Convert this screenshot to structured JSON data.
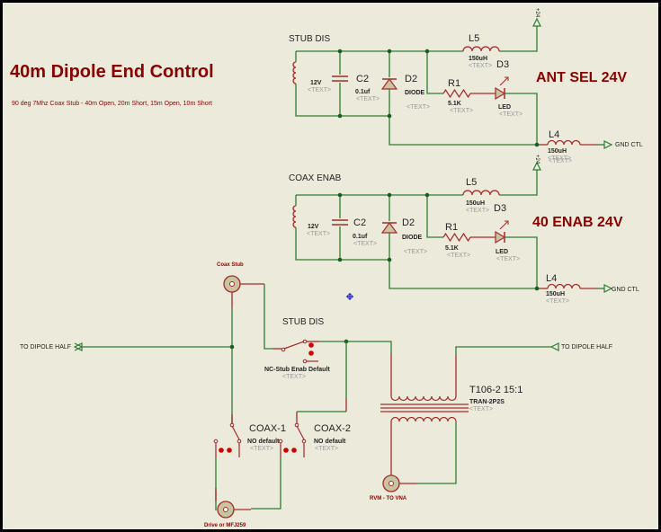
{
  "title": "40m Dipole End Control",
  "subtitle": "90 deg 7Mhz Coax Stub - 40m Open, 20m Short, 15m Open, 10m Short",
  "colors": {
    "background": "#ecebdb",
    "wire": "#2e7d32",
    "component": "#a52a2a",
    "title": "#8b0000",
    "junction": "#1b5e20",
    "component_fill": "#c8c4a0",
    "marker": "#2020c0"
  },
  "placeholder": "<TEXT>",
  "circuits": [
    {
      "name": "STUB DIS",
      "heading": "ANT SEL 24V",
      "relay_coil_value": "12V",
      "capacitor": {
        "ref": "C2",
        "value": "0.1uf"
      },
      "diode": {
        "ref": "D2",
        "value": "DIODE"
      },
      "resistor": {
        "ref": "R1",
        "value": "5.1K"
      },
      "led": {
        "ref": "D3",
        "value": "LED"
      },
      "inductor_top": {
        "ref": "L5",
        "value": "150uH"
      },
      "inductor_bottom": {
        "ref": "L4",
        "value": "150uH"
      },
      "power_label": "+24",
      "output_label": "GND CTL"
    },
    {
      "name": "COAX ENAB",
      "heading": "40 ENAB 24V",
      "relay_coil_value": "12V",
      "capacitor": {
        "ref": "C2",
        "value": "0.1uf"
      },
      "diode": {
        "ref": "D2",
        "value": "DIODE"
      },
      "resistor": {
        "ref": "R1",
        "value": "5.1K"
      },
      "led": {
        "ref": "D3",
        "value": "LED"
      },
      "inductor_top": {
        "ref": "L5",
        "value": "150uH"
      },
      "inductor_bottom": {
        "ref": "L4",
        "value": "150uH"
      },
      "power_label": "+24",
      "output_label": "GND CTL"
    }
  ],
  "rf": {
    "left_terminal": "TO DIPOLE HALF",
    "right_terminal": "TO DIPOLE HALF",
    "coax_stub_label": "Coax Stub",
    "stub_switch": {
      "name": "STUB DIS",
      "value": "NC-Stub Enab Default"
    },
    "coax1": {
      "name": "COAX-1",
      "value": "NO default"
    },
    "coax2": {
      "name": "COAX-2",
      "value": "NO default"
    },
    "transformer": {
      "ref": "T106-2 15:1",
      "value": "TRAN-2P2S"
    },
    "drive_label": "Drive or MFJ259",
    "rvm_label": "RVM - TO VNA"
  }
}
